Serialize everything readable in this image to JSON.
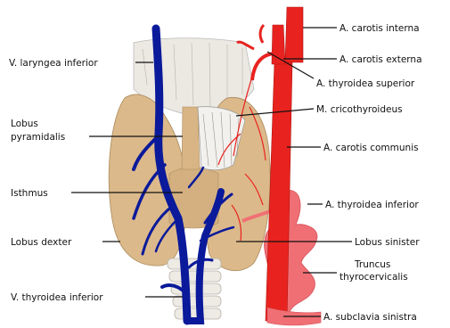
{
  "labels": {
    "carotis_interna": "A. carotis interna",
    "carotis_externa": "A. carotis externa",
    "thyroidea_superior": "A. thyroidea superior",
    "cricothyroideus": "M. cricothyroideus",
    "carotis_communis": "A. carotis communis",
    "thyroidea_inferior": "A. thyroidea inferior",
    "lobus_sinister": "Lobus sinister",
    "truncus_line1": "Truncus",
    "truncus_line2": "thyrocervicalis",
    "subclavia_sinistra": "A. subclavia sinistra",
    "v_laryngea_inferior": "V. laryngea inferior",
    "lobus_pyr_line1": "Lobus",
    "lobus_pyr_line2": "pyramidalis",
    "isthmus": "Isthmus",
    "lobus_dexter": "Lobus dexter",
    "v_thyroidea_inferior": "V. thyroidea inferior"
  },
  "colors": {
    "artery": "#e8231f",
    "vein": "#0a1a9a",
    "gland": "#dcb98a",
    "cartilage": "#ece8e2",
    "muscle": "#f2f1ee",
    "truncus": "#f06f74"
  }
}
